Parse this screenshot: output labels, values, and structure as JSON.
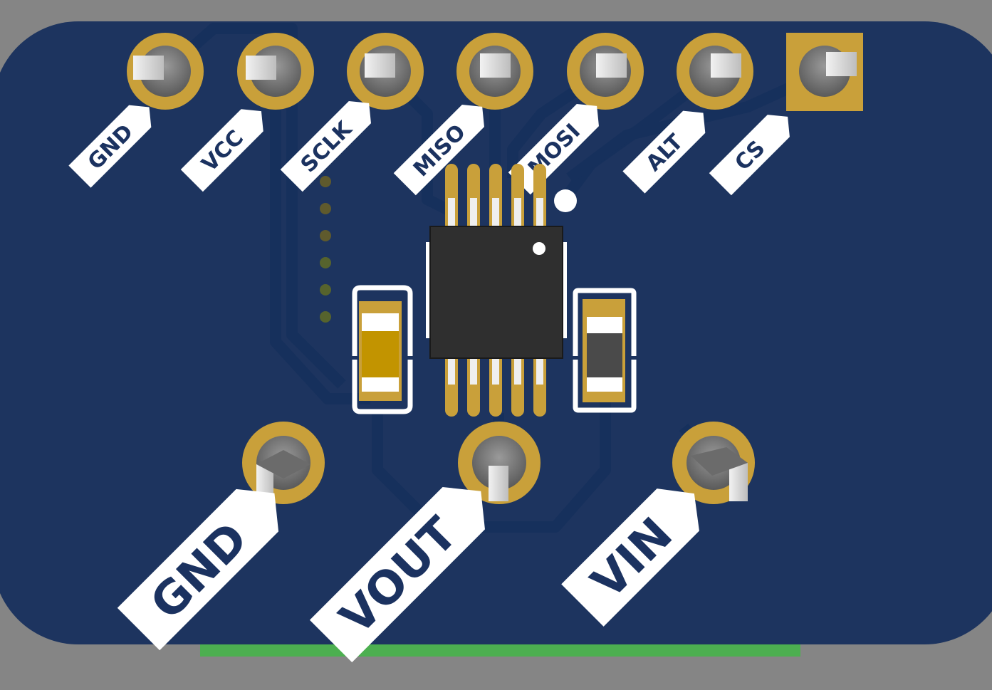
{
  "top_header": {
    "pins": [
      {
        "label": "GND"
      },
      {
        "label": "VCC"
      },
      {
        "label": "SCLK"
      },
      {
        "label": "MISO"
      },
      {
        "label": "MOSI"
      },
      {
        "label": "ALT"
      },
      {
        "label": "CS"
      }
    ]
  },
  "bottom_header": {
    "pins": [
      {
        "label": "GND"
      },
      {
        "label": "VOUT"
      },
      {
        "label": "VIN"
      }
    ]
  },
  "colors": {
    "background": "#858585",
    "board": "#1d345f",
    "board_dark": "#132a52",
    "gold": "#c9a03a",
    "silkscreen": "#ffffff",
    "chip": "#2f2f2f",
    "edge_strip": "#4caf50"
  }
}
